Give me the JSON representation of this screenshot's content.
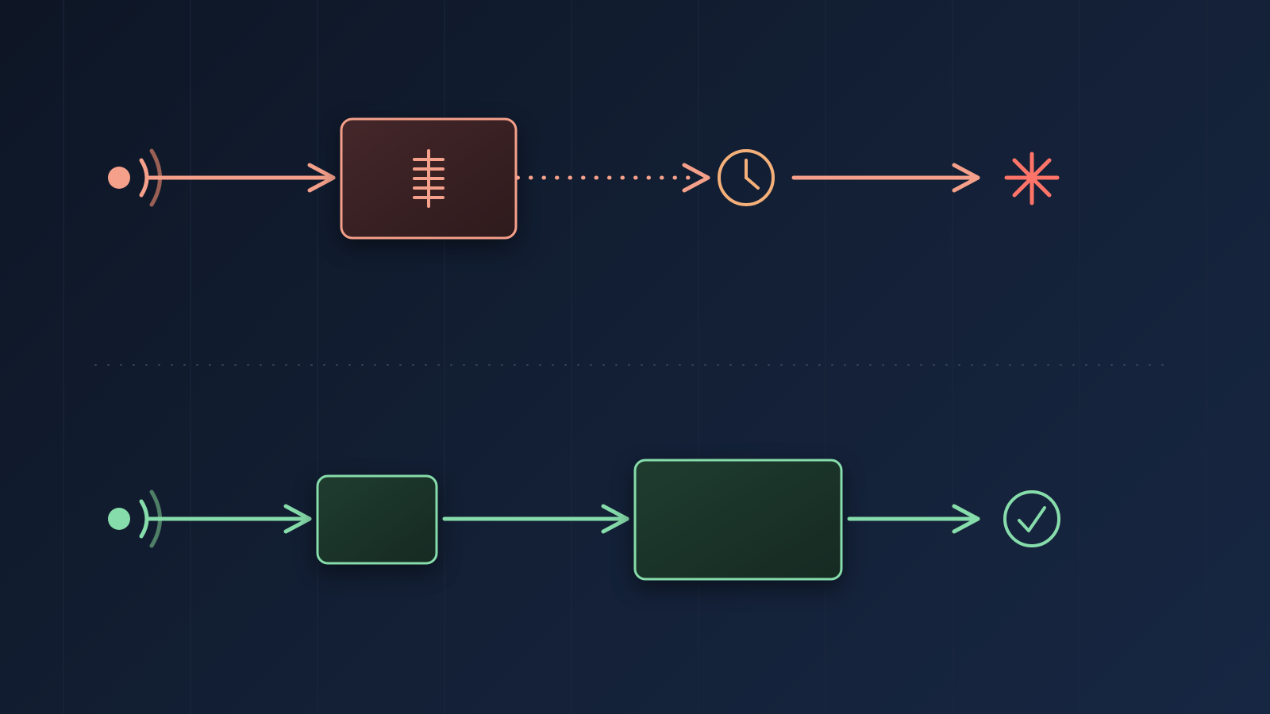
{
  "diagram": {
    "theme": {
      "background_start": "#0e1625",
      "background_end": "#172642",
      "gridline": "#1c2840",
      "divider": "#2c3a52"
    },
    "flows": [
      {
        "id": "failure-flow",
        "color": "#f5a08a",
        "error_color": "#ff7468",
        "box_fill": "#3a1f1f",
        "nodes": [
          {
            "kind": "signal-source",
            "icon": "broadcast-icon"
          },
          {
            "kind": "process-box",
            "icon": "comb-icon"
          },
          {
            "kind": "wait-state",
            "icon": "clock-icon"
          },
          {
            "kind": "error-end",
            "icon": "asterisk-icon"
          }
        ],
        "edges": [
          {
            "from": "signal-source",
            "to": "process-box",
            "style": "solid"
          },
          {
            "from": "process-box",
            "to": "wait-state",
            "style": "dotted"
          },
          {
            "from": "wait-state",
            "to": "error-end",
            "style": "solid"
          }
        ]
      },
      {
        "id": "success-flow",
        "color": "#86dcaa",
        "box_fill": "#1a3328",
        "nodes": [
          {
            "kind": "signal-source",
            "icon": "broadcast-icon"
          },
          {
            "kind": "small-process-box",
            "icon": ""
          },
          {
            "kind": "large-process-box",
            "icon": ""
          },
          {
            "kind": "success-end",
            "icon": "checkmark-icon"
          }
        ],
        "edges": [
          {
            "from": "signal-source",
            "to": "small-process-box",
            "style": "solid"
          },
          {
            "from": "small-process-box",
            "to": "large-process-box",
            "style": "solid"
          },
          {
            "from": "large-process-box",
            "to": "success-end",
            "style": "solid"
          }
        ]
      }
    ]
  }
}
